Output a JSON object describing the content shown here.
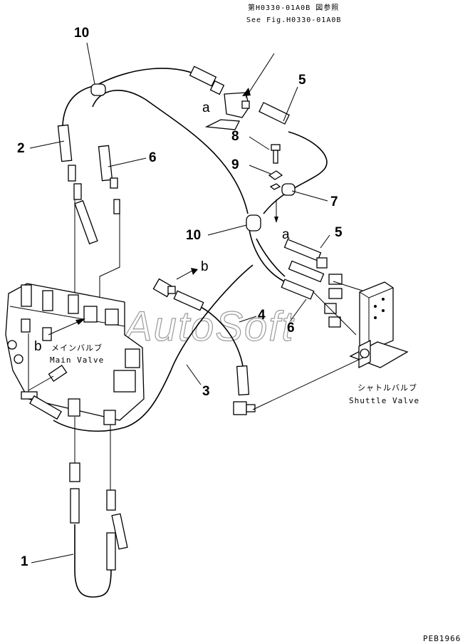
{
  "reference": {
    "jp": "第H0330-01A0B 図参照",
    "en": "See Fig.H0330-01A0B"
  },
  "callouts": {
    "c1": "1",
    "c2": "2",
    "c3": "3",
    "c4": "4",
    "c5_top": "5",
    "c5_mid": "5",
    "c6_top": "6",
    "c6_bot": "6",
    "c7": "7",
    "c8": "8",
    "c9": "9",
    "c10_top": "10",
    "c10_mid": "10"
  },
  "letters": {
    "a_top": "a",
    "a_mid": "a",
    "b_top": "b",
    "b_left": "b"
  },
  "main_valve": {
    "jp": "メインバルブ",
    "en": "Main Valve"
  },
  "shuttle_valve": {
    "jp": "シャトルバルブ",
    "en": "Shuttle Valve"
  },
  "watermark": "AutoSoft",
  "drawing_code": "PEB1966"
}
